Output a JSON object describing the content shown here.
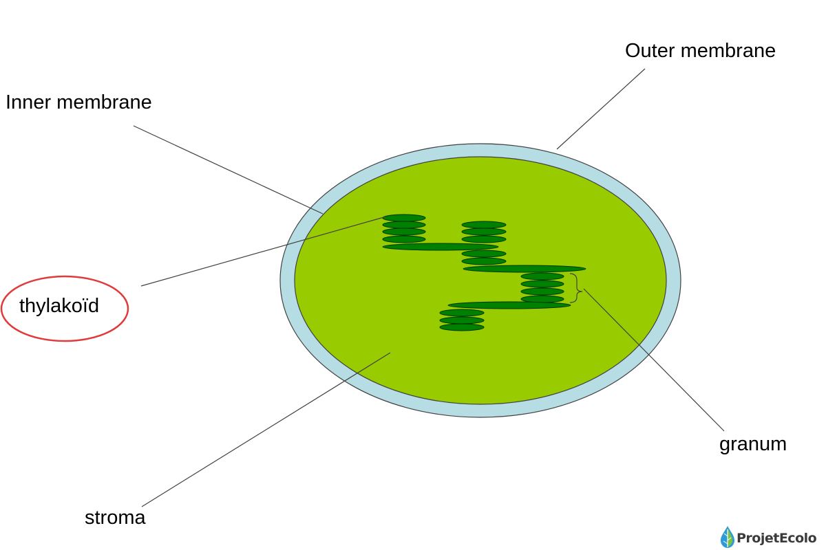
{
  "labels": {
    "outer_membrane": "Outer membrane",
    "inner_membrane": "Inner membrane",
    "thylakoid": "thylakoïd",
    "granum": "granum",
    "stroma": "stroma"
  },
  "highlighted_label": "thylakoid",
  "logo": {
    "text": "ProjetEcolo",
    "icon": "leaf-droplet-icon"
  },
  "colors": {
    "outer_membrane": "#b6dde3",
    "stroma": "#99cc00",
    "thylakoid": "#008000",
    "highlight_ring": "#e03a3a",
    "leader_line": "#404040",
    "logo_text": "#3b3b3b"
  }
}
